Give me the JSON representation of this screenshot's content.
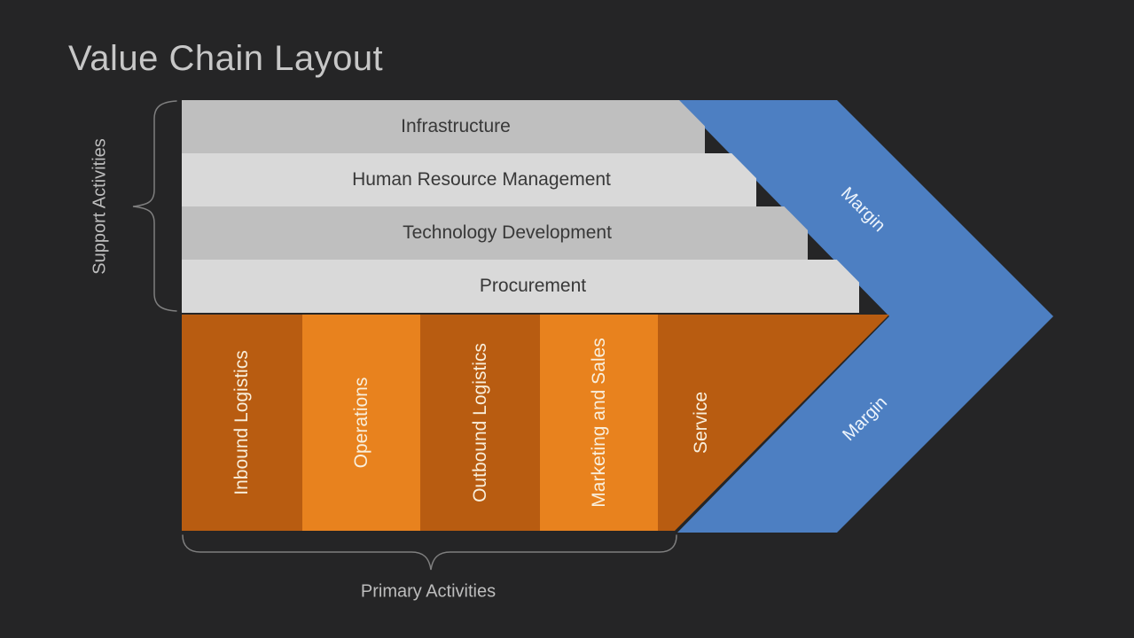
{
  "slide": {
    "title": "Value Chain Layout",
    "support": {
      "bracket_label": "Support Activities",
      "rows": [
        {
          "label": "Infrastructure"
        },
        {
          "label": "Human Resource Management"
        },
        {
          "label": "Technology Development"
        },
        {
          "label": "Procurement"
        }
      ]
    },
    "primary": {
      "bracket_label": "Primary Activities",
      "columns": [
        {
          "label": "Inbound Logistics"
        },
        {
          "label": "Operations"
        },
        {
          "label": "Outbound Logistics"
        },
        {
          "label": "Marketing and Sales"
        },
        {
          "label": "Service"
        }
      ]
    },
    "arrow": {
      "margin_upper": "Margin",
      "margin_lower": "Margin"
    },
    "colors": {
      "background": "#252526",
      "title_text": "#c7c7c7",
      "row_gray_dark": "#bfbfbf",
      "row_gray_light": "#d9d9d9",
      "row_text": "#383838",
      "column_orange_dark": "#b85c11",
      "column_orange_bright": "#e8821e",
      "column_text": "#f9efdc",
      "arrow_blue": "#4d7fc2",
      "margin_text": "#edf4fc",
      "caption_text": "#bdbdbd",
      "brace_stroke": "#7f7f7f"
    }
  }
}
